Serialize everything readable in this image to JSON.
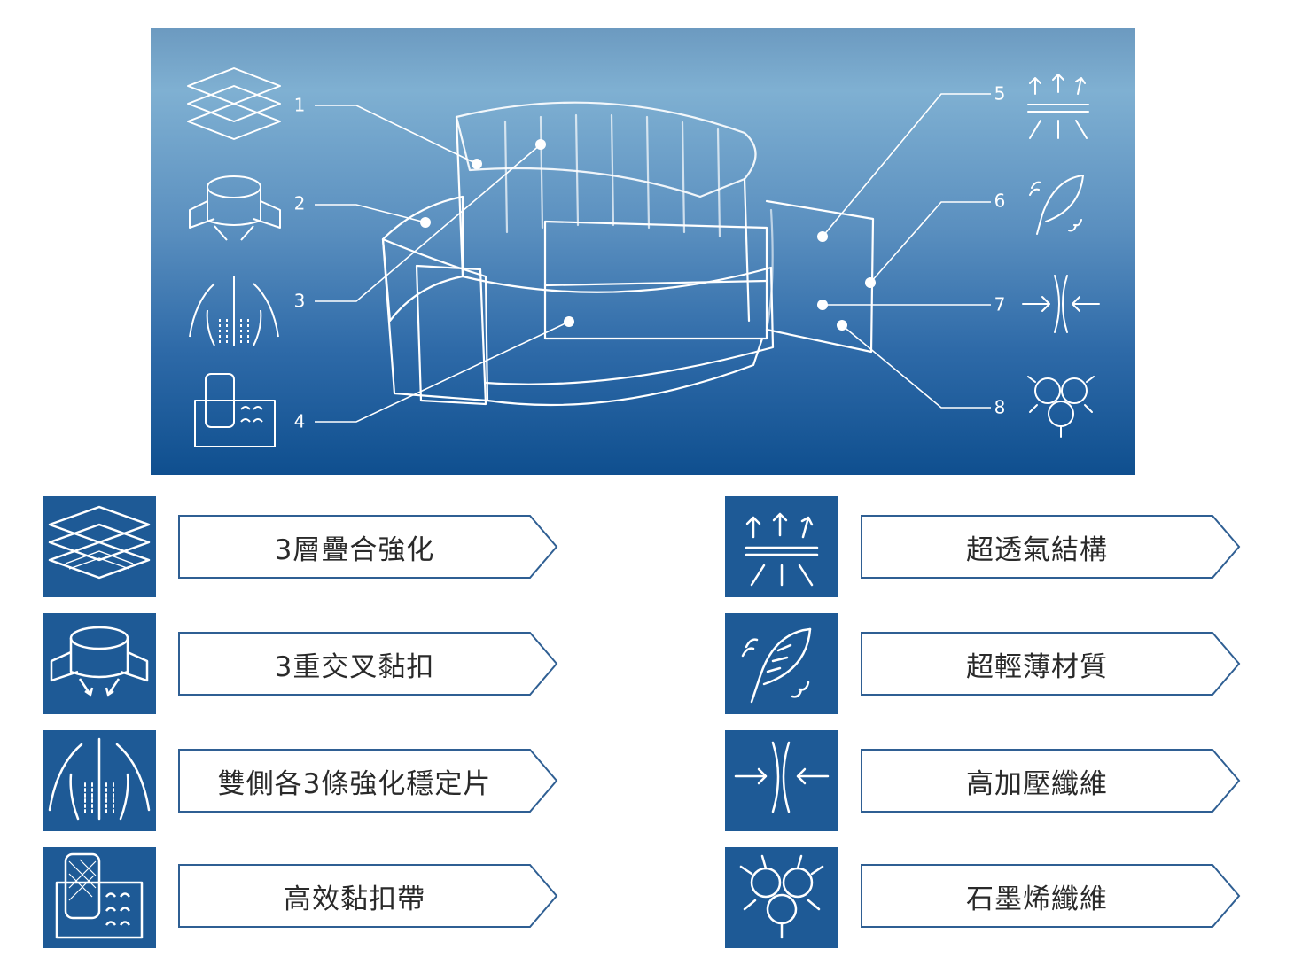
{
  "hero": {
    "callouts": [
      {
        "num": "1",
        "icon": "layers-icon"
      },
      {
        "num": "2",
        "icon": "cross-strap-icon"
      },
      {
        "num": "3",
        "icon": "back-stays-icon"
      },
      {
        "num": "4",
        "icon": "velcro-icon"
      },
      {
        "num": "5",
        "icon": "breathable-icon"
      },
      {
        "num": "6",
        "icon": "feather-icon"
      },
      {
        "num": "7",
        "icon": "compression-icon"
      },
      {
        "num": "8",
        "icon": "graphene-icon"
      }
    ]
  },
  "features": {
    "left": [
      {
        "label": "3層疊合強化",
        "icon": "layers-icon"
      },
      {
        "label": "3重交叉黏扣",
        "icon": "cross-strap-icon"
      },
      {
        "label": "雙側各3條強化穩定片",
        "icon": "back-stays-icon"
      },
      {
        "label": "高效黏扣帶",
        "icon": "velcro-icon"
      }
    ],
    "right": [
      {
        "label": "超透氣結構",
        "icon": "breathable-icon"
      },
      {
        "label": "超輕薄材質",
        "icon": "feather-icon"
      },
      {
        "label": "高加壓纖維",
        "icon": "compression-icon"
      },
      {
        "label": "石墨烯纖維",
        "icon": "graphene-icon"
      }
    ]
  },
  "colors": {
    "tile": "#1e5a96",
    "arrow_outline": "#2f5f93",
    "hero_top": "#7fb0d2",
    "hero_bottom": "#0f4f8f"
  }
}
